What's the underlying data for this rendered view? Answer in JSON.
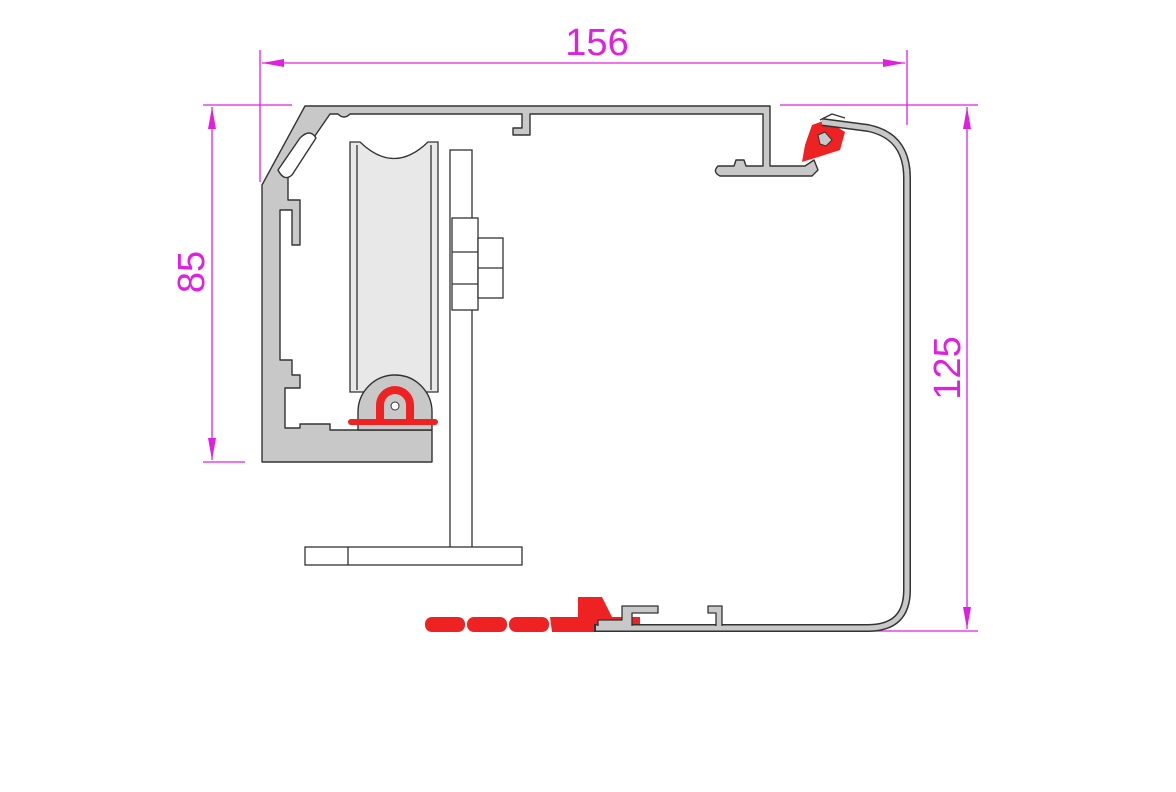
{
  "dimensions": {
    "width_label": "156",
    "left_height_label": "85",
    "right_height_label": "125"
  },
  "colors": {
    "dimension": "#e020e0",
    "profile_fill": "#c8c8c8",
    "outline": "#333333",
    "seal": "#ee2222",
    "wheel": "#e8e8e8"
  }
}
